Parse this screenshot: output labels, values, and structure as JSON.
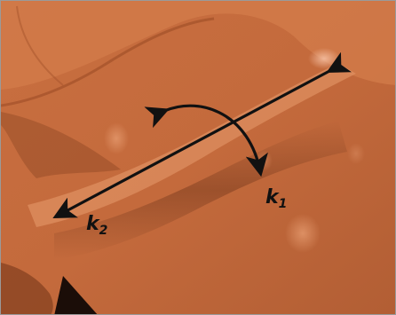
{
  "labels": {
    "k1": {
      "main": "k",
      "sub": "1"
    },
    "k2": {
      "main": "k",
      "sub": "2"
    }
  },
  "colors": {
    "skin": "#c8703f",
    "skin_light": "#e09a6c",
    "skin_dark": "#7a3b1f",
    "arrow": "#111111"
  }
}
